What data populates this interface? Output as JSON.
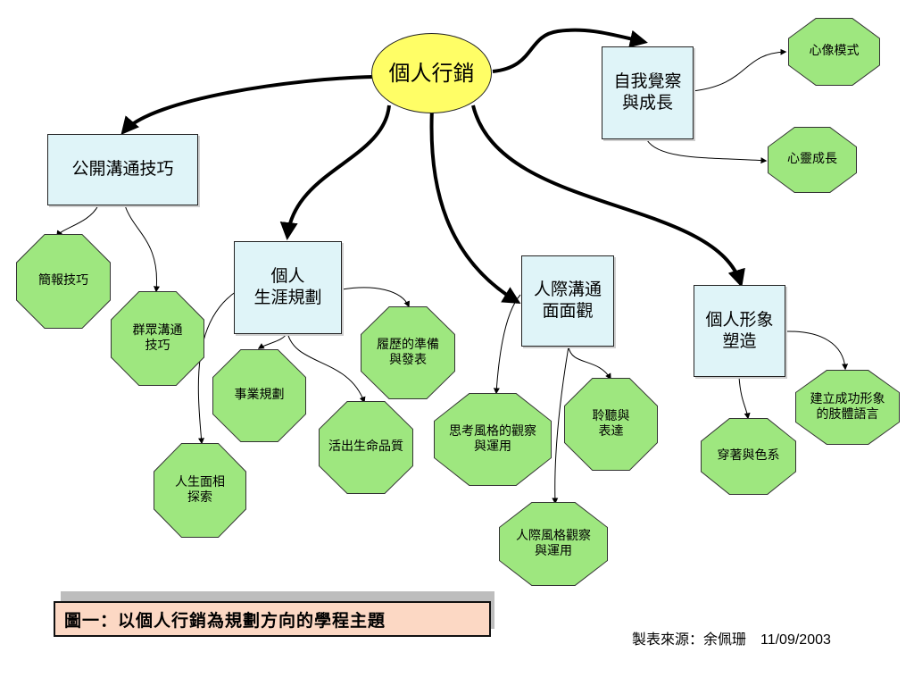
{
  "root": {
    "label": "個人行銷"
  },
  "branches": {
    "self": {
      "label": "自我覺察\n與成長",
      "children": [
        "心像模式",
        "心靈成長"
      ]
    },
    "public": {
      "label": "公開溝通技巧",
      "children": [
        "簡報技巧",
        "群眾溝通\n技巧"
      ]
    },
    "career": {
      "label": "個人\n生涯規劃",
      "children": [
        "履歷的準備\n與發表",
        "事業規劃",
        "活出生命品質",
        "人生面相\n探索"
      ]
    },
    "interpersonal": {
      "label": "人際溝通\n面面觀",
      "children": [
        "思考風格的觀察\n與運用",
        "聆聽與\n表達",
        "人際風格觀察\n與運用"
      ]
    },
    "image": {
      "label": "個人形象\n塑造",
      "children": [
        "建立成功形象\n的肢體語言",
        "穿著與色系"
      ]
    }
  },
  "caption": "圖一：以個人行銷為規劃方向的學程主題",
  "source": "製表來源：余佩珊　11/09/2003",
  "colors": {
    "root_fill": "#fffe66",
    "box_fill": "#dff4f8",
    "leaf_fill": "#9ee77f",
    "caption_fill": "#fcd8c4"
  }
}
